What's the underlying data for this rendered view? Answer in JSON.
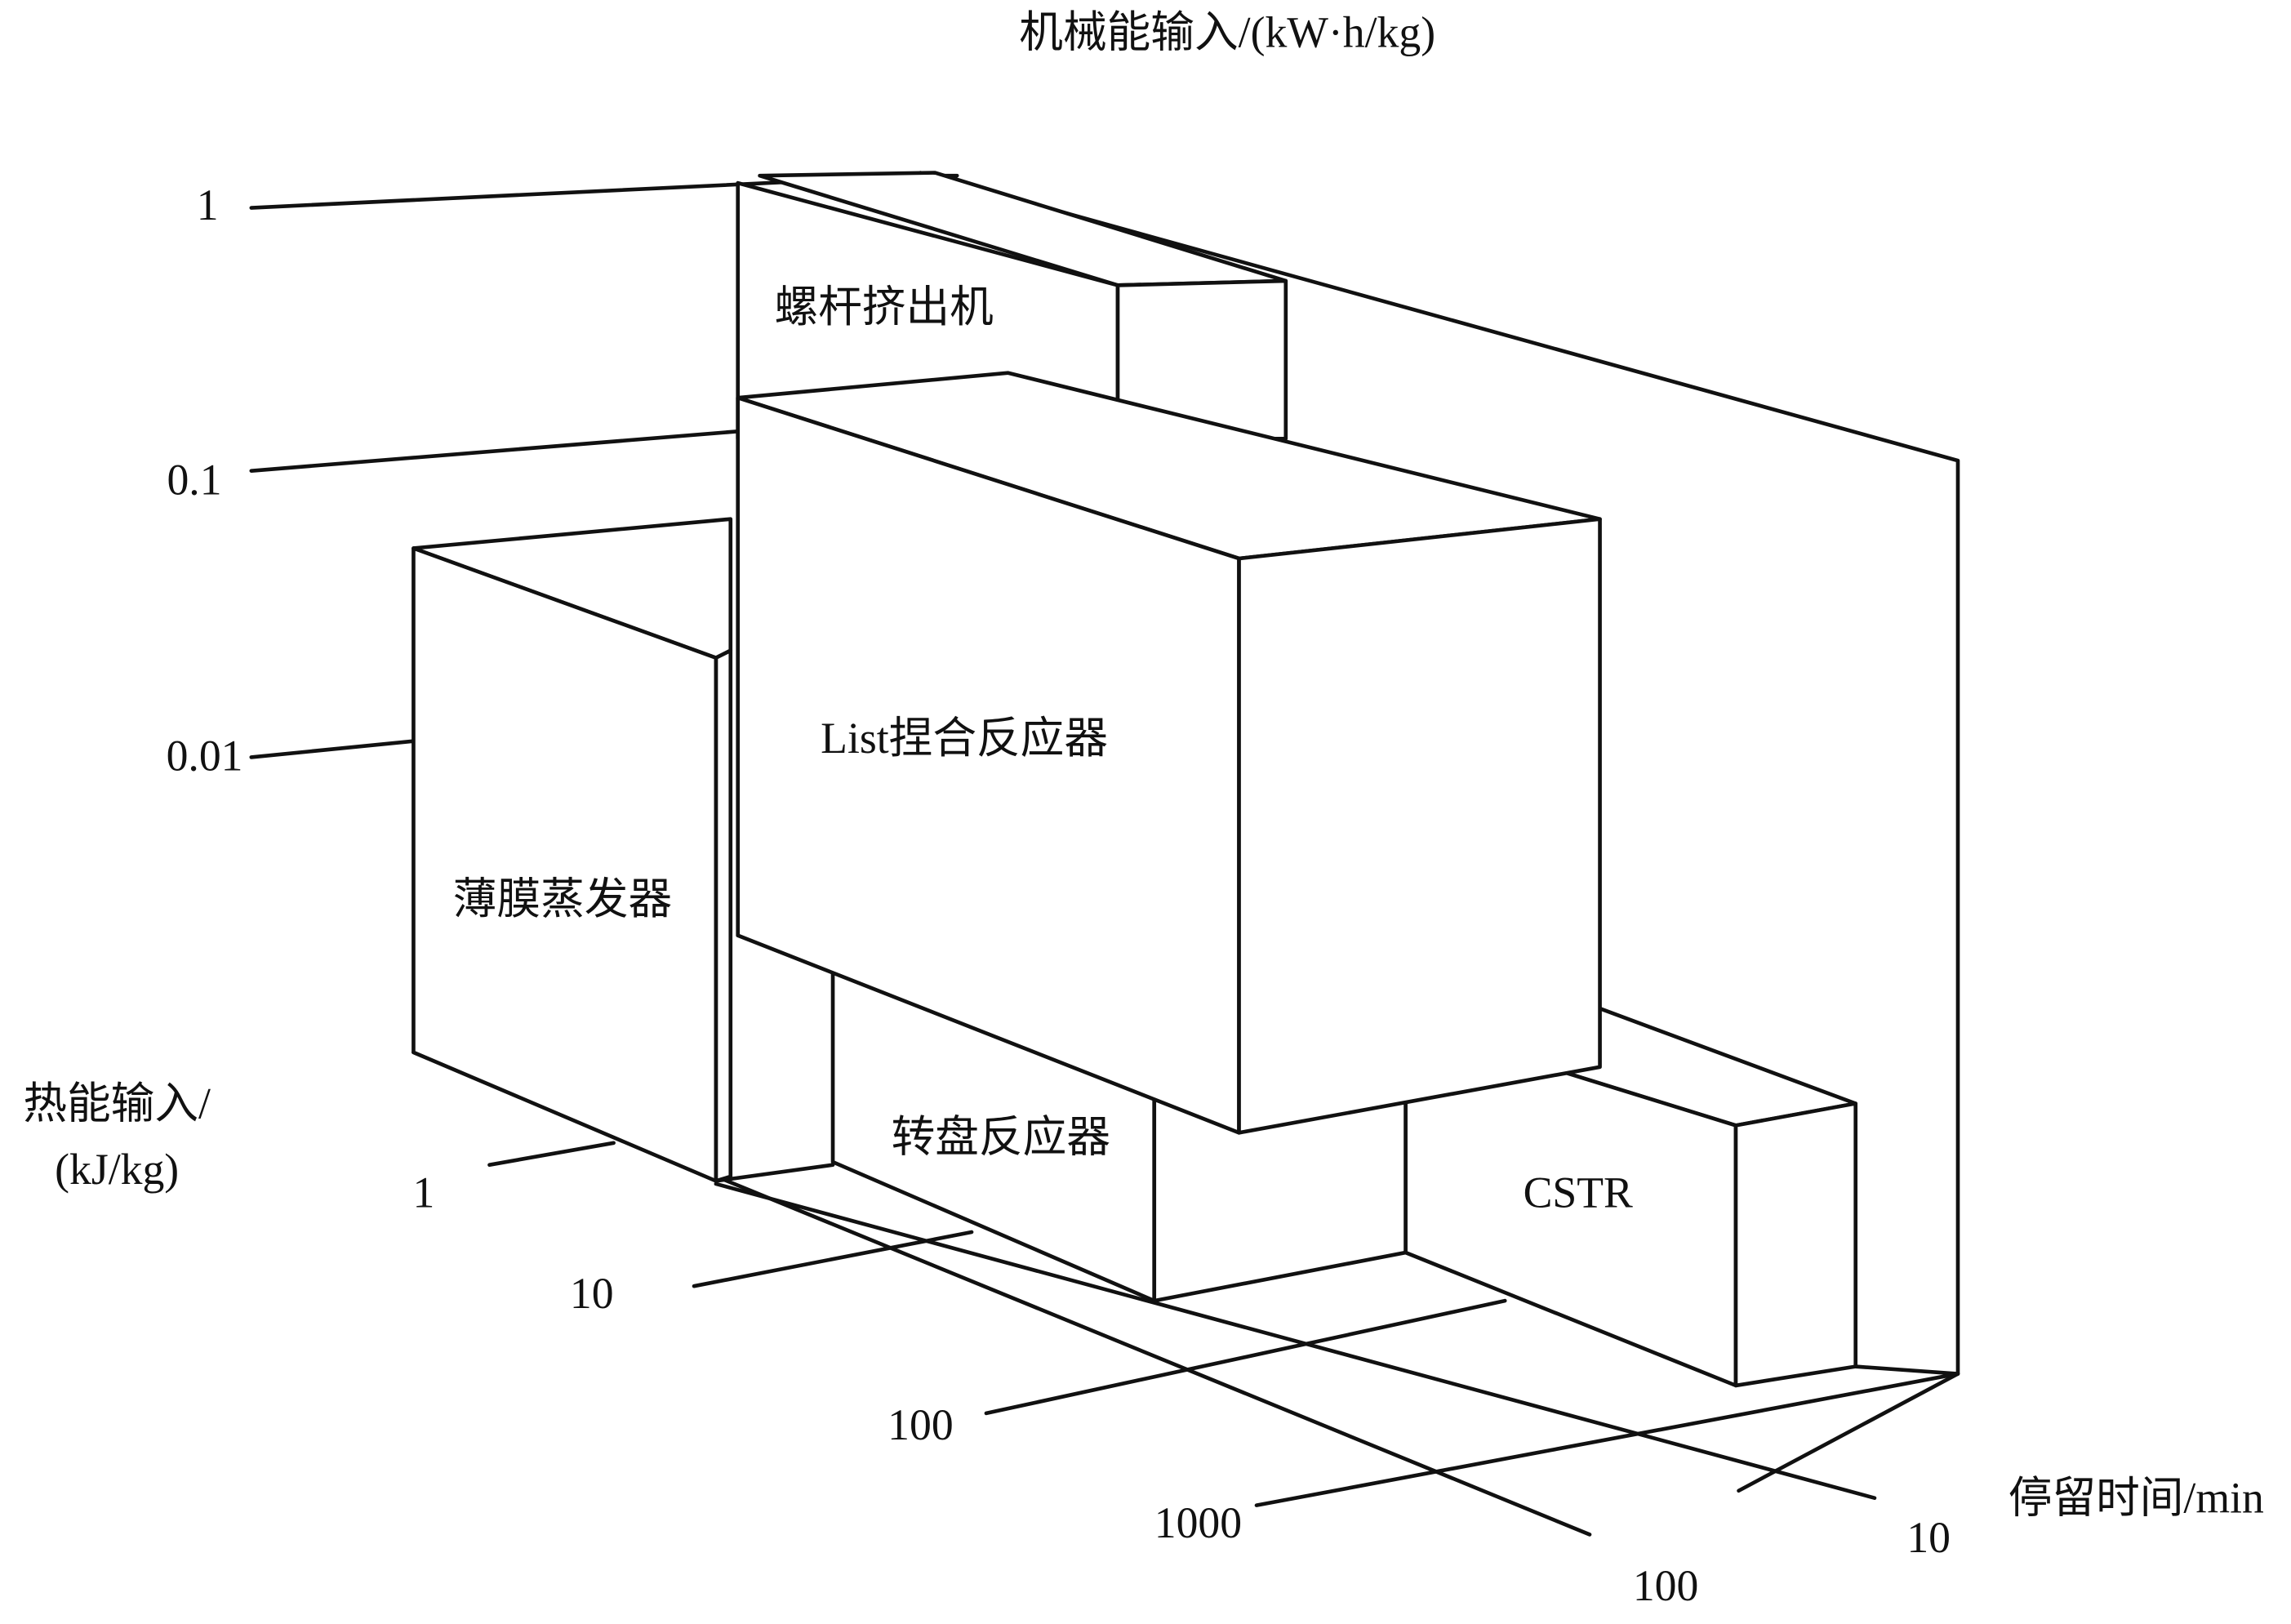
{
  "title": "机械能输入/(kW·h/kg)",
  "axes": {
    "mechanical": {
      "label": "机械能输入/(kW·h/kg)",
      "ticks": [
        "1",
        "0.1",
        "0.01"
      ]
    },
    "thermal": {
      "label_line1": "热能输入/",
      "label_line2": "(kJ/kg)",
      "ticks": [
        "1",
        "10",
        "100",
        "1000"
      ]
    },
    "residence": {
      "label": "停留时间/min",
      "ticks": [
        "10",
        "100"
      ]
    }
  },
  "boxes": [
    {
      "label": "螺杆挤出机"
    },
    {
      "label": "List捏合反应器"
    },
    {
      "label": "薄膜蒸发器"
    },
    {
      "label": "转盘反应器"
    },
    {
      "label": "CSTR"
    }
  ]
}
